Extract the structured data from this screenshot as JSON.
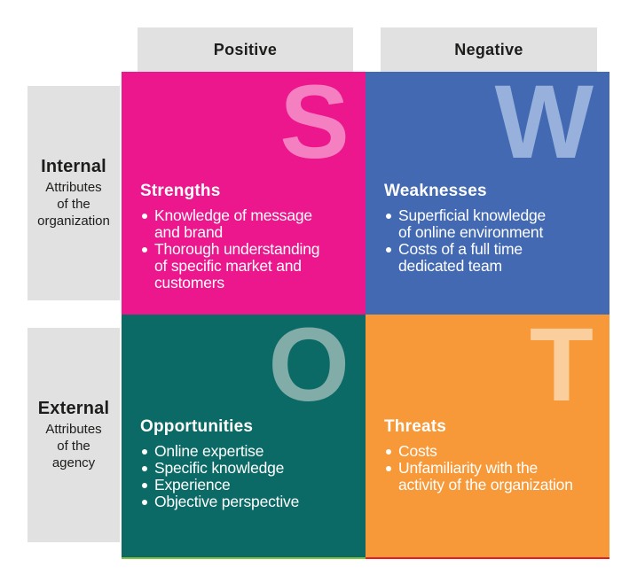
{
  "column_headers": {
    "positive": "Positive",
    "negative": "Negative"
  },
  "row_labels": {
    "internal": {
      "title": "Internal",
      "subtitle": "Attributes\nof the\norganization"
    },
    "external": {
      "title": "External",
      "subtitle": "Attributes\nof the\nagency"
    }
  },
  "quadrants": {
    "strengths": {
      "letter": "S",
      "title": "Strengths",
      "bullets": [
        "Knowledge of message\nand brand",
        "Thorough understanding\nof specific market and\ncustomers"
      ],
      "bg_color": "#ec168d",
      "letter_color": "#f480c1"
    },
    "weaknesses": {
      "letter": "W",
      "title": "Weaknesses",
      "bullets": [
        "Superficial knowledge\nof online environment",
        "Costs of a full time\ndedicated team"
      ],
      "bg_color": "#4269b2",
      "letter_color": "#97b1dc"
    },
    "opportunities": {
      "letter": "O",
      "title": "Opportunities",
      "bullets": [
        "Online expertise",
        "Specific knowledge",
        "Experience",
        "Objective perspective"
      ],
      "bg_color": "#0c6a66",
      "letter_color": "#82aca8"
    },
    "threats": {
      "letter": "T",
      "title": "Threats",
      "bullets": [
        "Costs",
        "Unfamiliarity with the\nactivity of the organization"
      ],
      "bg_color": "#f79939",
      "letter_color": "#fbcf9d"
    }
  },
  "accents": {
    "header_bg": "#e1e1e1",
    "header_text": "#1d1d1b",
    "bullet_text_color": "#ffffff",
    "opportunities_underline": "#84c441",
    "threats_underline": "#e01e25"
  }
}
